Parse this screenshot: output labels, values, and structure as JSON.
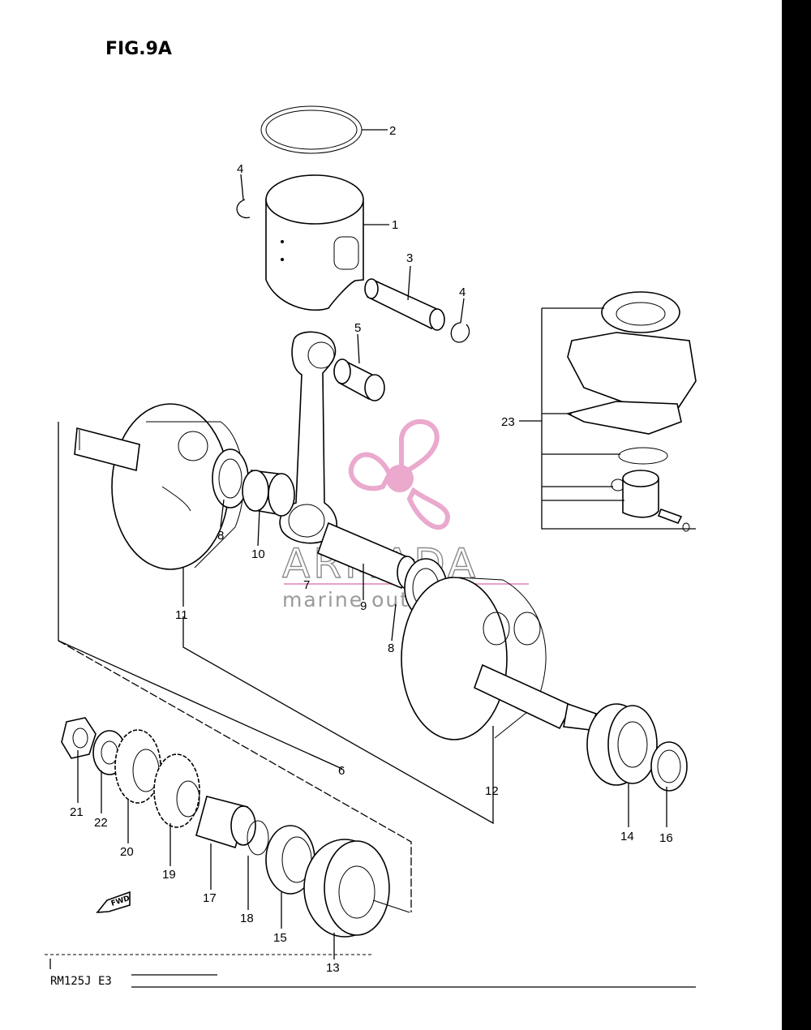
{
  "figure_title": "FIG.9A",
  "model_code": "RM125J  E3",
  "watermark": {
    "brand": "ARMADA",
    "tagline": "marine outboards",
    "brand_color": "#e8a0c8"
  },
  "fwd_label": "FWD",
  "callouts": [
    "1",
    "2",
    "3",
    "4",
    "4",
    "5",
    "6",
    "7",
    "8",
    "8",
    "9",
    "10",
    "11",
    "12",
    "13",
    "14",
    "15",
    "16",
    "17",
    "18",
    "19",
    "20",
    "21",
    "22",
    "23"
  ],
  "icons": [
    "propeller-logo-icon",
    "fwd-arrow-icon"
  ]
}
